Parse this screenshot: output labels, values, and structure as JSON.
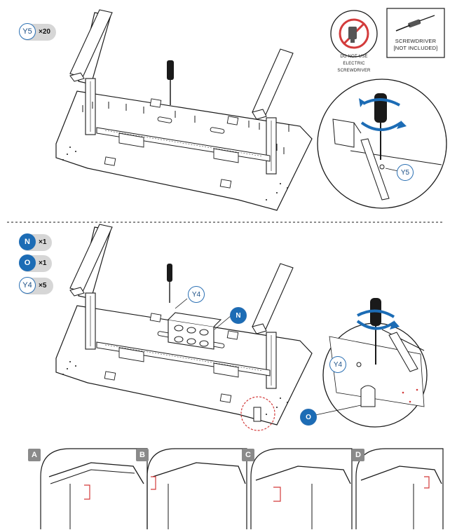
{
  "parts": {
    "y5": {
      "label": "Y5",
      "qty": "×20"
    },
    "n": {
      "label": "N",
      "qty": "×1"
    },
    "o": {
      "label": "O",
      "qty": "×1"
    },
    "y4": {
      "label": "Y4",
      "qty": "×5"
    }
  },
  "tools": {
    "warning_text": "DO NOT USE ELECTRIC SCREWDRIVER",
    "screwdriver_line1": "SCREWDRIVER",
    "screwdriver_line2": "[NOT INCLUDED]"
  },
  "callouts": {
    "step1_zoom": "Y5",
    "step2_screw": "Y4",
    "step2_bracket": "N",
    "step2_zoom_screw": "Y4",
    "step2_zoom_clip": "O"
  },
  "panels": [
    "A",
    "B",
    "C",
    "D"
  ],
  "colors": {
    "accent_blue": "#1c6cb5",
    "highlight_red": "#d33b3b",
    "line": "#1a1a1a",
    "pill_grey": "#d6d6d6"
  }
}
